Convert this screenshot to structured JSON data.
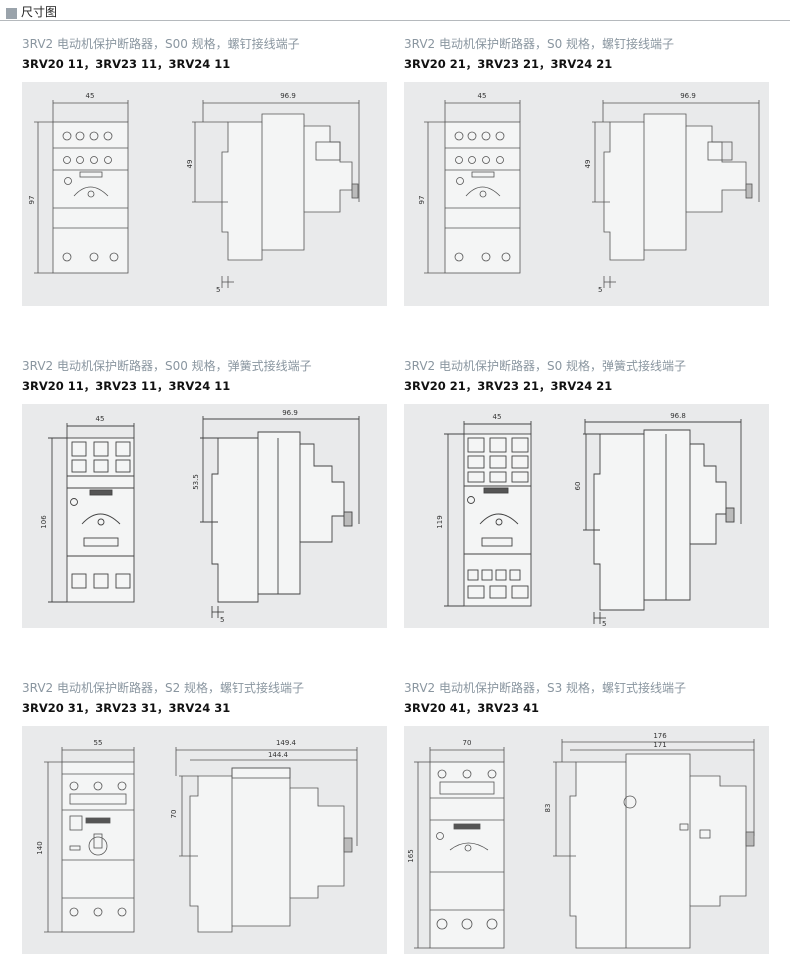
{
  "header": {
    "title": "尺寸图"
  },
  "sections": [
    {
      "title": "3RV2 电动机保护断路器，S00 规格，螺钉接线端子",
      "models": "3RV20 11，3RV23 11，3RV24 11",
      "dims": {
        "width": "45",
        "height": "97",
        "depth": "96.9",
        "upper": "49",
        "offset": "5"
      }
    },
    {
      "title": "3RV2 电动机保护断路器，S0 规格，螺钉接线端子",
      "models": "3RV20 21，3RV23 21，3RV24 21",
      "dims": {
        "width": "45",
        "height": "97",
        "depth": "96.9",
        "upper": "49",
        "offset": "5"
      }
    },
    {
      "title": "3RV2 电动机保护断路器，S00 规格，弹簧式接线端子",
      "models": "3RV20 11，3RV23 11，3RV24 11",
      "dims": {
        "width": "45",
        "height": "106",
        "depth": "96.9",
        "upper": "53.5",
        "offset": "5"
      }
    },
    {
      "title": "3RV2 电动机保护断路器，S0 规格，弹簧式接线端子",
      "models": "3RV20 21，3RV23 21，3RV24 21",
      "dims": {
        "width": "45",
        "height": "119",
        "depth": "96.8",
        "upper": "60",
        "offset": "5"
      }
    },
    {
      "title": "3RV2 电动机保护断路器，S2 规格，螺钉式接线端子",
      "models": "3RV20 31，3RV23 31，3RV24 31",
      "dims": {
        "width": "55",
        "height": "140",
        "depth": "149.4",
        "depth2": "144.4",
        "upper": "70"
      }
    },
    {
      "title": "3RV2 电动机保护断路器，S3 规格，螺钉式接线端子",
      "models": "3RV20 41，3RV23 41",
      "dims": {
        "width": "70",
        "height": "165",
        "depth": "176",
        "depth2": "171",
        "upper": "83"
      }
    }
  ]
}
